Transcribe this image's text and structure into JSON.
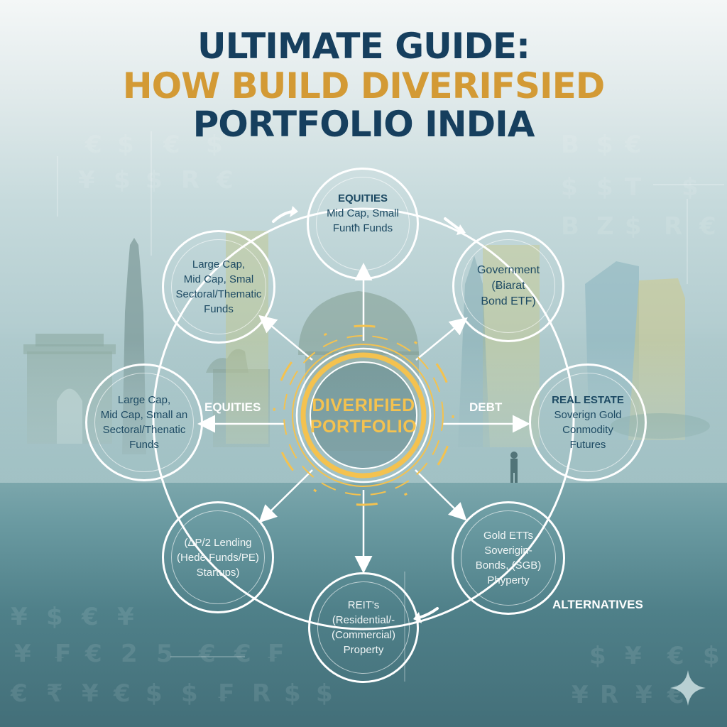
{
  "title": {
    "line1": "ULTIMATE GUIDE:",
    "line2": "HOW BUILD DIVERIFSIED",
    "line3": "PORTFOLIO INDIA"
  },
  "colors": {
    "title_dark": "#163f5e",
    "title_accent": "#d39a35",
    "center_ring": "#f4c24f",
    "node_text_dark": "#1d4a63",
    "node_text_light": "#f1f6f6",
    "background_top": "#f4f7f7",
    "background_bottom": "#436f79"
  },
  "center": {
    "line1": "DIVERIFIED",
    "line2": "PORTFOLIO"
  },
  "category_labels": {
    "equities": "EQUITIES",
    "debt": "DEBT",
    "alternatives": "ALTERNATIVES"
  },
  "nodes": {
    "top": {
      "head": "EQUITIES",
      "lines": [
        "Mid Cap, Small",
        "Funtħ Funds"
      ]
    },
    "upper_left": {
      "lines": [
        "Large Cap,",
        "Mid Cap, Smal",
        "Sectoral/Thematic",
        "Funds"
      ]
    },
    "upper_right": {
      "lines": [
        "Government",
        "(Ƀiarat",
        "Bond ETF)"
      ]
    },
    "left": {
      "lines": [
        "Large Cap,",
        "Mid Cap, Small an",
        "Sectoral/Thenatic",
        "Funds"
      ]
    },
    "right": {
      "head": "REAL ESTATE",
      "lines": [
        "Soverign Gold",
        "Conmodity",
        "Futures"
      ]
    },
    "lower_left": {
      "lines": [
        "(ΔP/2 Lending",
        "(Hede Funds/PE)",
        "Startups)"
      ]
    },
    "lower_right": {
      "lines": [
        "Gold ETTs",
        "Soverigin-",
        "Bonds, (SGB)",
        "Phyperty"
      ]
    },
    "bottom": {
      "lines": [
        "REIT's",
        "(Residential/-",
        "(Commercial)",
        "Property"
      ]
    }
  },
  "background": {
    "landmarks": [
      "India Gate",
      "Qutub Minar",
      "Domed building",
      "Skyscrapers"
    ],
    "currency_symbols": [
      "€",
      "₹",
      "$",
      "¥",
      "R",
      "₣",
      "2",
      "5"
    ]
  },
  "icons": {
    "sparkle": "four-point-star-icon"
  }
}
